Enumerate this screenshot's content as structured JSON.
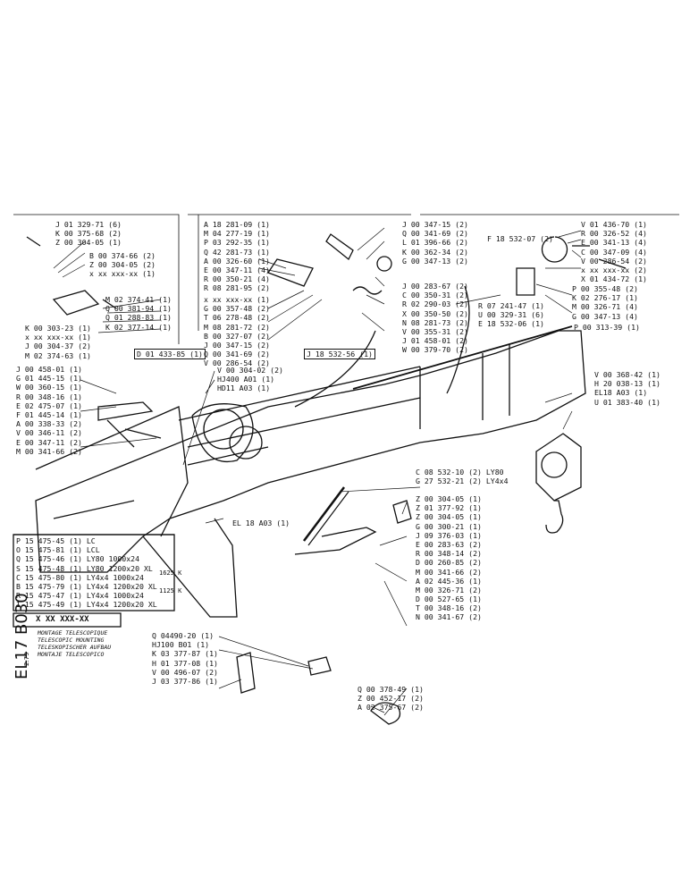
{
  "drawing": {
    "code": "EL17 B030",
    "page": "2.79",
    "part_ref": "X XX XXX-XX",
    "titles": [
      "MONTAGE TELESCOPIQUE",
      "TELESCOPIC MOUNTING",
      "TELESKOPISCHER AUFBAU",
      "MONTAJE TELESCOPICO"
    ]
  },
  "groups": {
    "top_left": [
      "J 01 329-71 (6)",
      "K 00 375-68 (2)",
      "Z 00 304-05 (1)"
    ],
    "left_mid": [
      "B 00 374-66 (2)",
      "Z 00 304-05 (2)",
      "x xx xxx-xx (1)"
    ],
    "left_right": [
      "M 02 374-41 (1)",
      "Q 00 381-94 (1)",
      "Q 01 288-83 (1)",
      "K 02 377-14 (1)"
    ],
    "left_low": [
      "K 00 303-23 (1)",
      "x xx xxx-xx (1)",
      "J 00 304-37 (2)",
      "M 02 374-63 (1)"
    ],
    "top_center_a": [
      "A 18 281-09 (1)",
      "M 04 277-19 (1)",
      "P 03 292-35 (1)",
      "Q 42 281-73 (1)",
      "A 00 326-60 (1)",
      "E 00 347-11 (4)",
      "R 00 350-21 (4)",
      "R 08 281-95 (2)"
    ],
    "top_center_b": [
      "x xx xxx-xx (1)",
      "G 00 357-48 (2)",
      "T 06 278-48 (2)",
      "M 08 281-72 (2)",
      "B 00 327-07 (2)",
      "J 00 347-15 (2)",
      "Q 00 341-69 (2)",
      "V 00 286-54 (2)"
    ],
    "top_right_a": [
      "J 00 347-15 (2)",
      "Q 00 341-69 (2)",
      "L 01 396-66 (2)",
      "K 00 362-34 (2)",
      "G 00 347-13 (2)"
    ],
    "top_right_b": [
      "J 00 283-67 (2)",
      "C 00 350-31 (2)",
      "R 02 290-03 (2)",
      "X 00 350-50 (2)",
      "N 08 281-73 (2)",
      "V 00 355-31 (2)",
      "J 01 458-01 (2)",
      "W 00 379-70 (2)"
    ],
    "far_right": [
      "V 01 436-70 (1)",
      "R 00 326-52 (4)",
      "E 00 341-13 (4)",
      "C 00 347-09 (4)",
      "V 00 286-54 (2)",
      "x xx xxx-xx (2)",
      "X 01 434-72 (1)"
    ],
    "far_right_b": [
      "P 00 355-48 (2)",
      "K 02 276-17 (1)",
      "M 00 326-71 (4)",
      "G 00 347-13 (4)"
    ],
    "right_mid": [
      "F 18 532-07 (2)"
    ],
    "right_low": [
      "R 07 241-47 (1)",
      "U 00 329-31 (6)",
      "E 18 532-06 (1)"
    ],
    "right_p": [
      "P 00 313-39 (1)"
    ],
    "hook": [
      "V 00 368-42 (1)",
      "H 20 038-13 (1)",
      "EL18 A03 (1)",
      "U 01 383-40 (1)"
    ],
    "ref_a": [
      "D 01 433-85 (1)"
    ],
    "ref_b": [
      "J 18 532-56 (1)"
    ],
    "left_block": [
      "J 00 458-01 (1)",
      "G 01 445-15 (1)",
      "W 00 360-15 (1)",
      "R 00 348-16 (1)",
      "E 02 475-07 (1)",
      "F 01 445-14 (1)",
      "A 00 338-33 (2)",
      "V 00 346-11 (2)",
      "E 00 347-11 (2)",
      "M 00 341-66 (2)"
    ],
    "center_mid": [
      "V 00 304-02 (2)",
      "HJ400 A01 (1)",
      "HD11 A03 (1)"
    ],
    "el18": [
      "EL 18 A03 (1)"
    ],
    "cyl": [
      "C 08 532-10 (2) LY80",
      "G 27 532-21 (2) LY4x4"
    ],
    "right_column": [
      "Z 00 304-05 (1)",
      "Z 01 377-92 (1)",
      "Z 00 304-05 (1)",
      "G 00 300-21 (1)",
      "J 09 376-03 (1)",
      "E 00 283-63 (2)",
      "R 00 348-14 (2)",
      "D 00 260-85 (2)",
      "M 00 341-66 (2)",
      "A 02 445-36 (1)",
      "M 00 326-71 (2)",
      "D 00 527-65 (1)",
      "T 00 348-16 (2)",
      "N 00 341-67 (2)"
    ],
    "bottom_center": [
      "Q 04490-20 (1)",
      "HJ100 B01 (1)",
      "K 03 377-87 (1)",
      "H 01 377-08 (1)",
      "V 00 496-07 (2)",
      "J 03 377-86 (1)"
    ],
    "bottom_right": [
      "Q 00 378-49 (1)",
      "Z 00 452-17 (2)",
      "A 02 375-67 (2)"
    ],
    "legend": [
      "P 15 475-45 (1) LC",
      "O 15 475-81 (1) LCL",
      "Q 15 475-46 (1) LY80 1000x24",
      "S 15 475-48 (1) LY80 1200x20 XL",
      "C 15 475-80 (1) LY4x4 1000x24",
      "B 15 475-79 (1) LY4x4 1200x20 XL",
      "R 15 475-47 (1) LY4x4 1000x24",
      "I 15 475-49 (1) LY4x4 1200x20 XL"
    ],
    "counterweight_notes": [
      "1625 K",
      "1125 K"
    ]
  }
}
